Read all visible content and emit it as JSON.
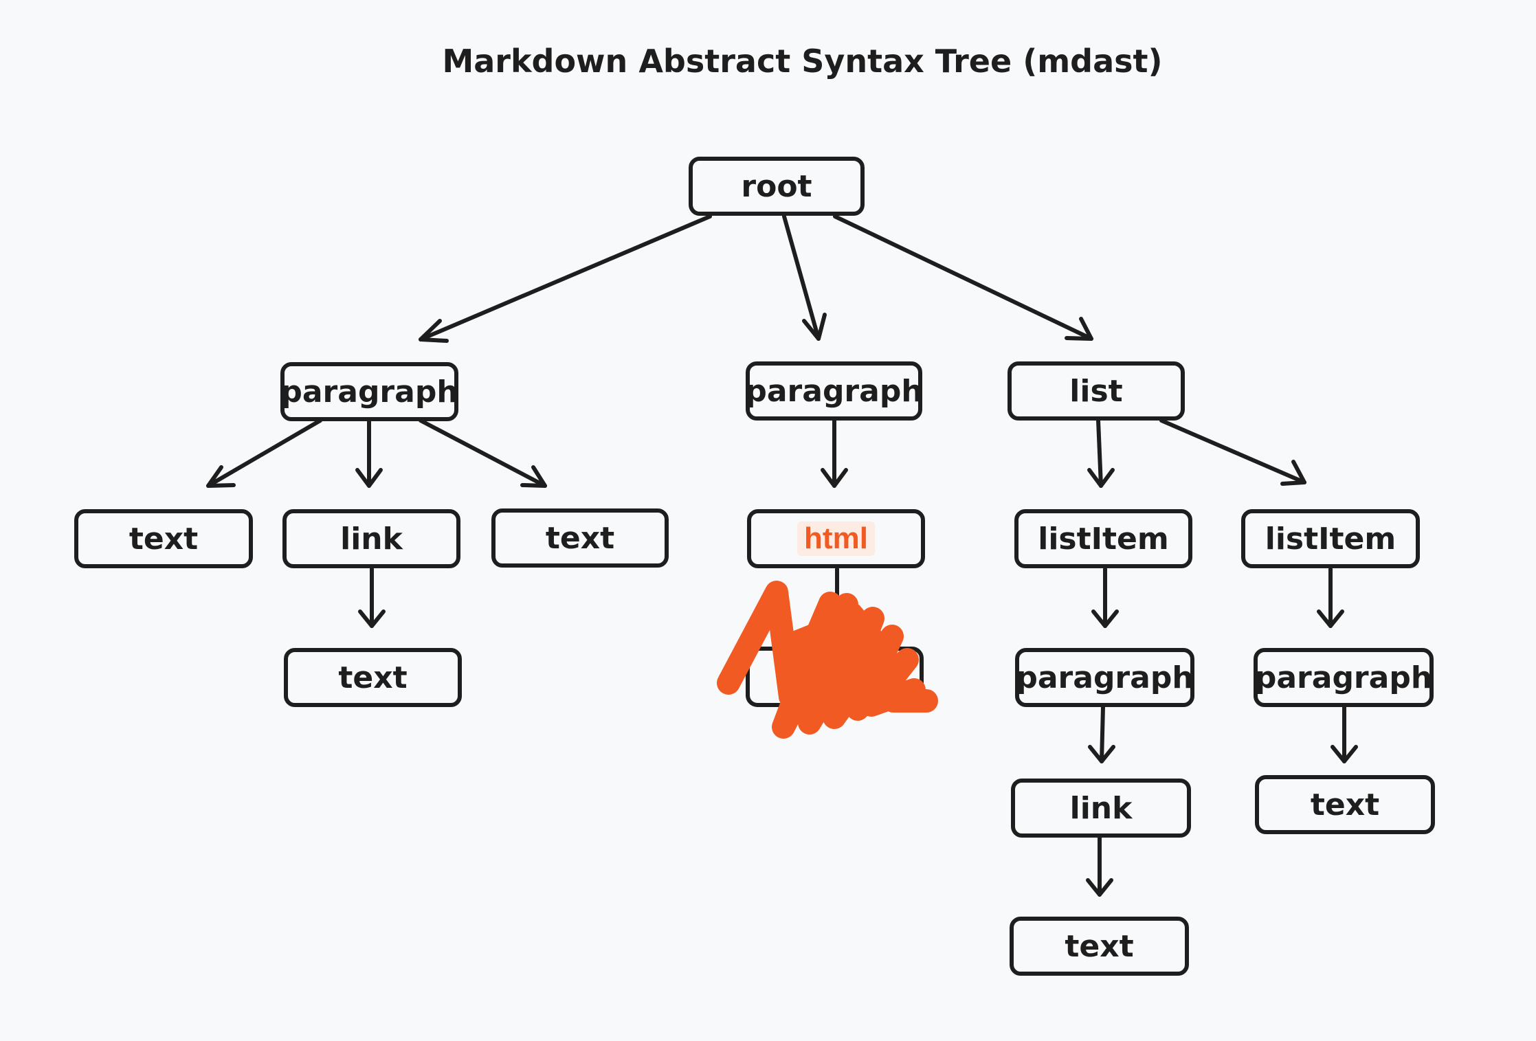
{
  "title": "Markdown Abstract  Syntax Tree (mdast)",
  "colors": {
    "stroke": "#1e1e1e",
    "highlight": "#f15a22",
    "background": "#f8f9fa"
  },
  "nodes": {
    "root": "root",
    "paragraph_1": "paragraph",
    "paragraph_2": "paragraph",
    "list": "list",
    "text_1": "text",
    "link_1": "link",
    "text_2": "text",
    "html": "html",
    "list_item_1": "listItem",
    "list_item_2": "listItem",
    "text_3": "text",
    "paragraph_3": "paragraph",
    "paragraph_4": "paragraph",
    "link_2": "link",
    "text_4": "text",
    "text_5": "text"
  }
}
